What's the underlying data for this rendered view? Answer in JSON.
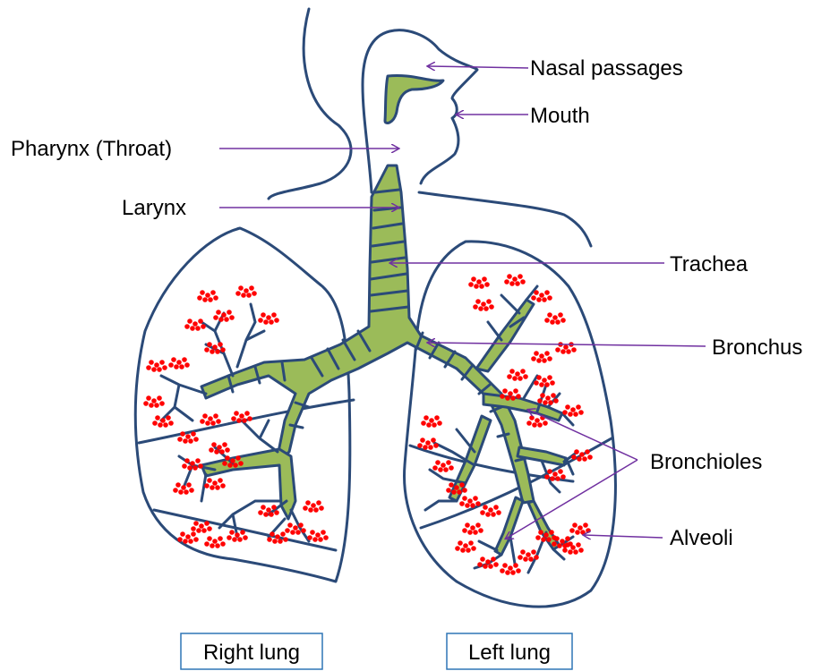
{
  "labels": {
    "nasal_passages": "Nasal passages",
    "mouth": "Mouth",
    "pharynx": "Pharynx (Throat)",
    "larynx": "Larynx",
    "trachea": "Trachea",
    "bronchus": "Bronchus",
    "bronchioles": "Bronchioles",
    "alveoli": "Alveoli"
  },
  "captions": {
    "right_lung": "Right lung",
    "left_lung": "Left lung"
  },
  "colors": {
    "airway_fill": "#9bbb59",
    "outline": "#2b4a78",
    "alveoli": "#ff0000",
    "pointer": "#7030a0",
    "caption_border": "#2e75b6"
  }
}
